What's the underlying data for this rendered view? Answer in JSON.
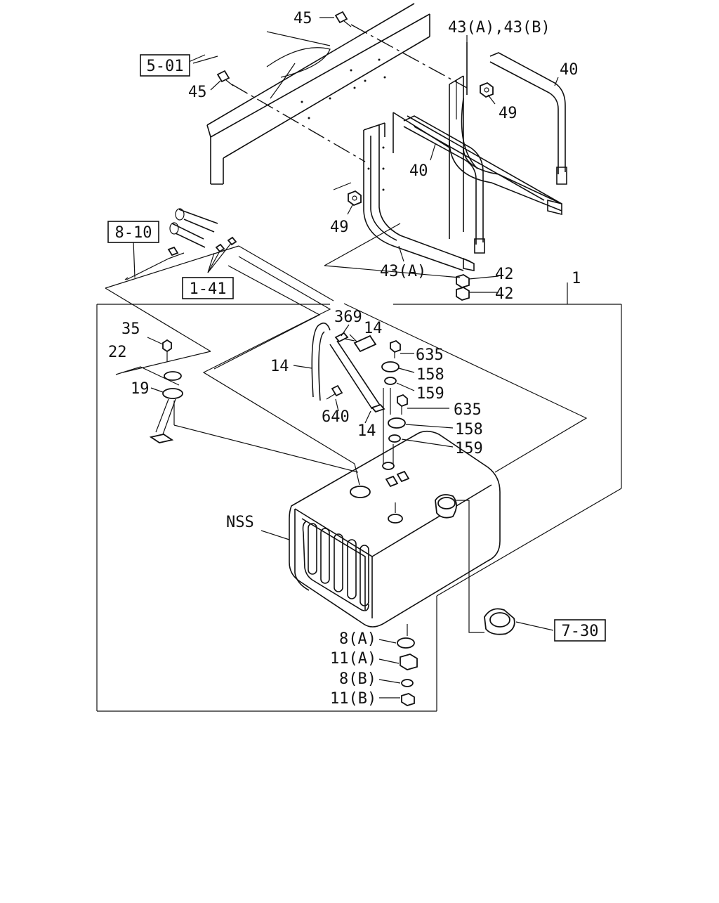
{
  "refs": {
    "r501": "5-01",
    "r810": "8-10",
    "r141": "1-41",
    "r730": "7-30"
  },
  "labels": {
    "p45a": "45",
    "p45b": "45",
    "p43ab": "43(A),43(B)",
    "p40a": "40",
    "p40b": "40",
    "p49a": "49",
    "p49b": "49",
    "p43a": "43(A)",
    "p42a": "42",
    "p42b": "42",
    "p1": "1",
    "p35": "35",
    "p22": "22",
    "p19": "19",
    "p369": "369",
    "p14a": "14",
    "p14b": "14",
    "p14c": "14",
    "p635a": "635",
    "p158a": "158",
    "p159a": "159",
    "p640": "640",
    "p635b": "635",
    "p158b": "158",
    "p159b": "159",
    "nss": "NSS",
    "p8a": "8(A)",
    "p11a": "11(A)",
    "p8b": "8(B)",
    "p11b": "11(B)"
  }
}
